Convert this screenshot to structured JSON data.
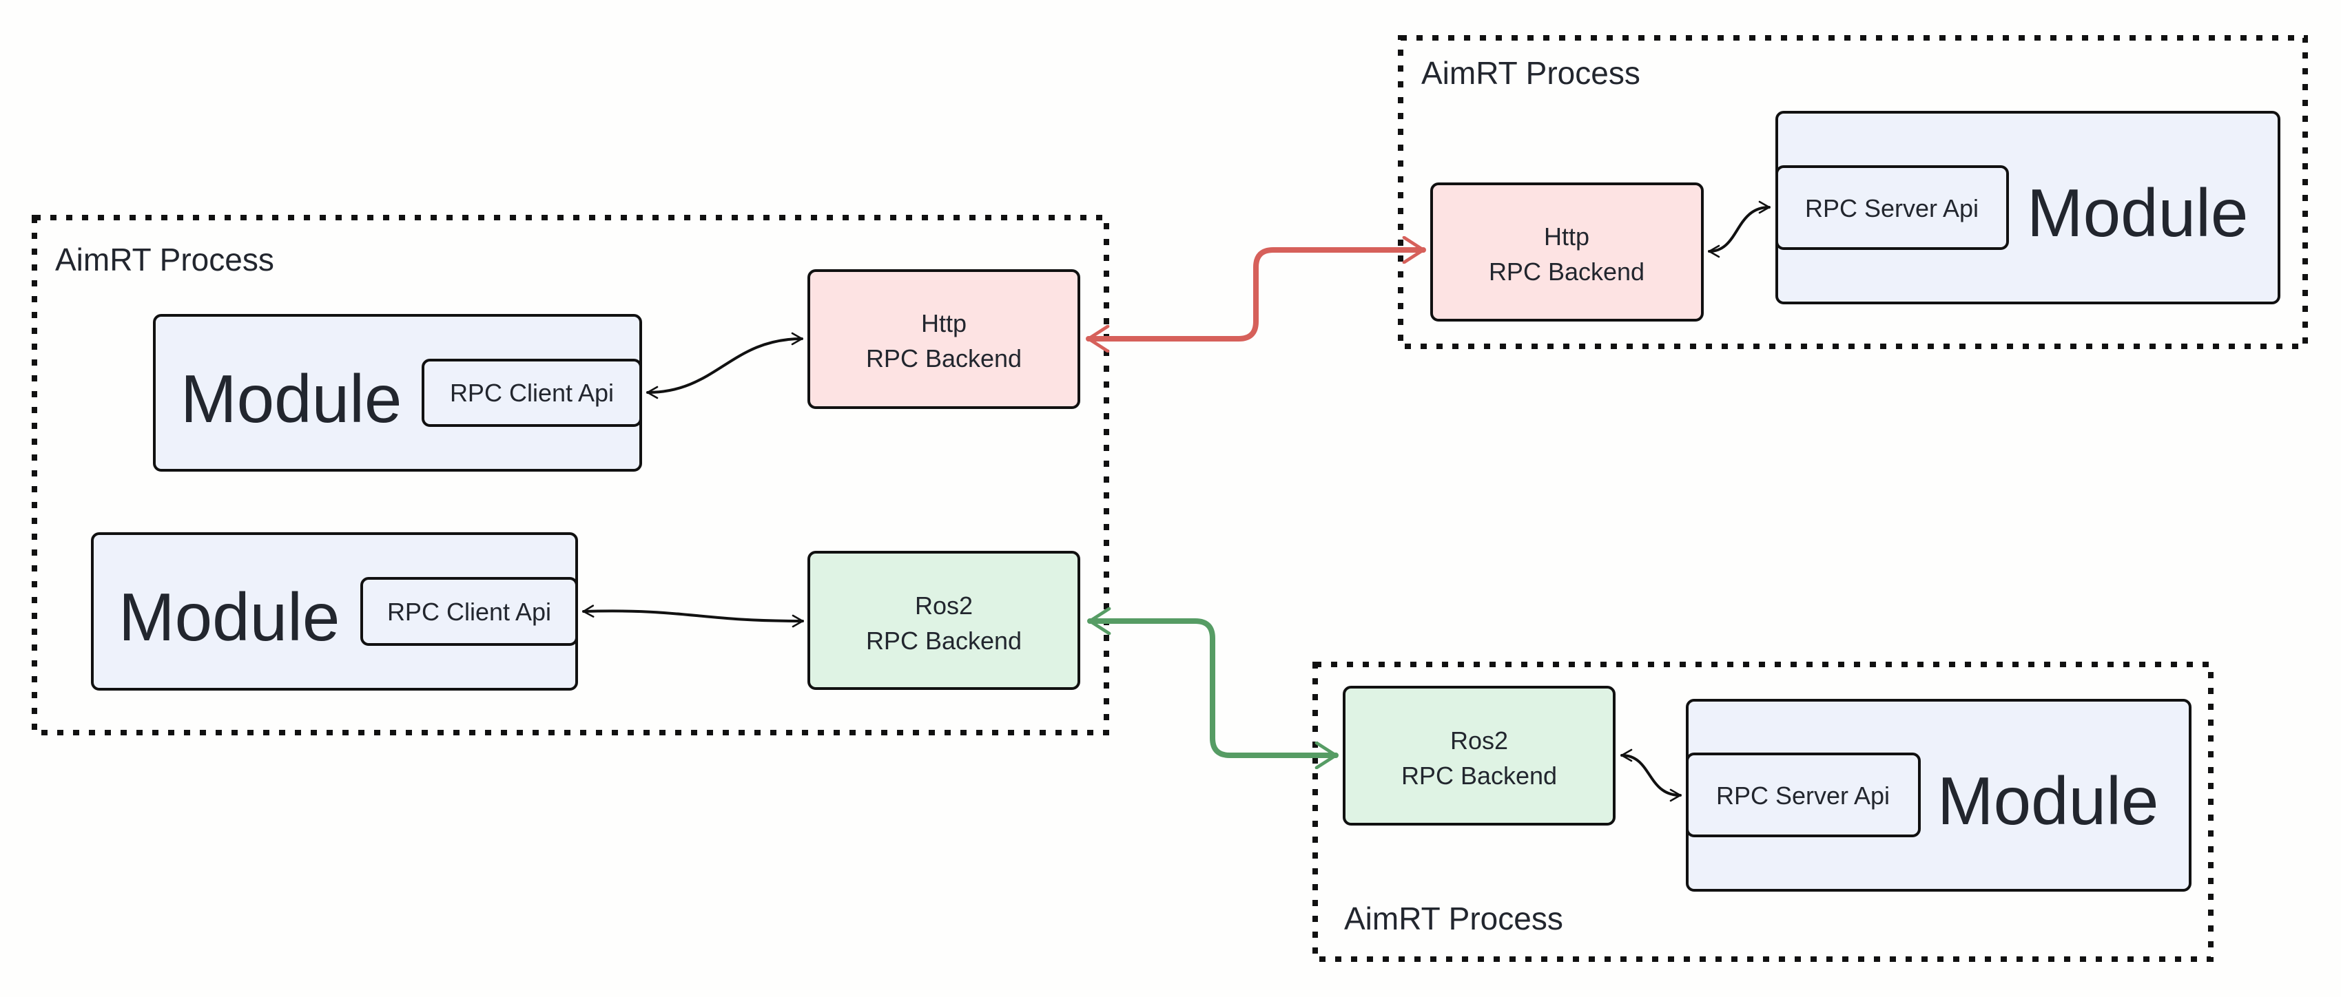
{
  "colors": {
    "background": "#fefefd",
    "module_fill": "#eef2fb",
    "http_fill": "#fde3e3",
    "ros2_fill": "#dff3e4",
    "http_link": "#d6605a",
    "ros2_link": "#569c64",
    "border": "#111111",
    "text": "#22262e"
  },
  "processes": [
    {
      "label": "AimRT Process",
      "modules": [
        {
          "title": "Module",
          "api": "RPC Client Api"
        },
        {
          "title": "Module",
          "api": "RPC Client Api"
        }
      ],
      "backends": [
        {
          "line1": "Http",
          "line2": "RPC Backend",
          "kind": "http"
        },
        {
          "line1": "Ros2",
          "line2": "RPC Backend",
          "kind": "ros2"
        }
      ]
    },
    {
      "label": "AimRT Process",
      "modules": [
        {
          "title": "Module",
          "api": "RPC Server Api"
        }
      ],
      "backends": [
        {
          "line1": "Http",
          "line2": "RPC Backend",
          "kind": "http"
        }
      ]
    },
    {
      "label": "AimRT Process",
      "modules": [
        {
          "title": "Module",
          "api": "RPC Server Api"
        }
      ],
      "backends": [
        {
          "line1": "Ros2",
          "line2": "RPC Backend",
          "kind": "ros2"
        }
      ]
    }
  ],
  "connections": [
    {
      "from": "client-module-1",
      "to": "http-backend-left",
      "style": "bidirectional"
    },
    {
      "from": "client-module-2",
      "to": "ros2-backend-left",
      "style": "bidirectional"
    },
    {
      "from": "http-backend-left",
      "to": "http-backend-right",
      "style": "bidirectional",
      "transport": "http"
    },
    {
      "from": "ros2-backend-left",
      "to": "ros2-backend-right",
      "style": "bidirectional",
      "transport": "ros2"
    },
    {
      "from": "http-backend-right",
      "to": "server-module-http",
      "style": "bidirectional"
    },
    {
      "from": "ros2-backend-right",
      "to": "server-module-ros2",
      "style": "bidirectional"
    }
  ]
}
